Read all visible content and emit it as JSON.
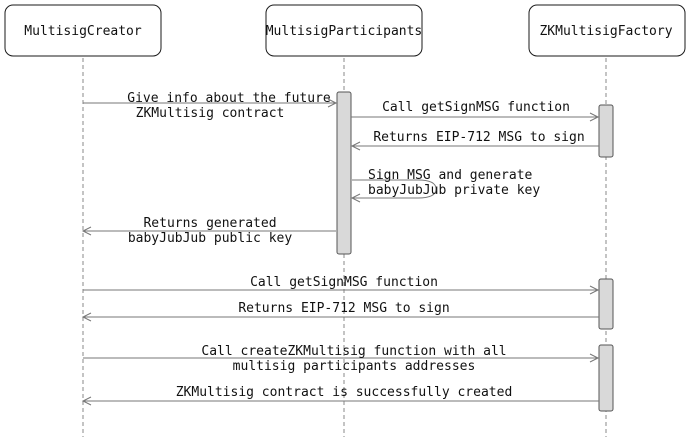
{
  "participants": [
    {
      "id": "creator",
      "label": "MultisigCreator"
    },
    {
      "id": "participants",
      "label": "MultisigParticipants"
    },
    {
      "id": "factory",
      "label": "ZKMultisigFactory"
    }
  ],
  "messages": [
    {
      "from": "creator",
      "to": "participants",
      "lines": [
        "Give info about the future",
        "ZKMultisig contract"
      ]
    },
    {
      "from": "participants",
      "to": "factory",
      "lines": [
        "Call getSignMSG function"
      ]
    },
    {
      "from": "factory",
      "to": "participants",
      "lines": [
        "Returns EIP-712 MSG to sign"
      ]
    },
    {
      "from": "participants",
      "to": "participants",
      "lines": [
        "Sign MSG and generate",
        "babyJubJub private key"
      ]
    },
    {
      "from": "participants",
      "to": "creator",
      "lines": [
        "Returns generated",
        "babyJubJub public key"
      ]
    },
    {
      "from": "creator",
      "to": "factory",
      "lines": [
        "Call getSignMSG function"
      ]
    },
    {
      "from": "factory",
      "to": "creator",
      "lines": [
        "Returns EIP-712 MSG to sign"
      ]
    },
    {
      "from": "creator",
      "to": "factory",
      "lines": [
        "Call createZKMultisig function with all",
        "multisig participants addresses"
      ]
    },
    {
      "from": "factory",
      "to": "creator",
      "lines": [
        "ZKMultisig contract is successfully created"
      ]
    }
  ]
}
